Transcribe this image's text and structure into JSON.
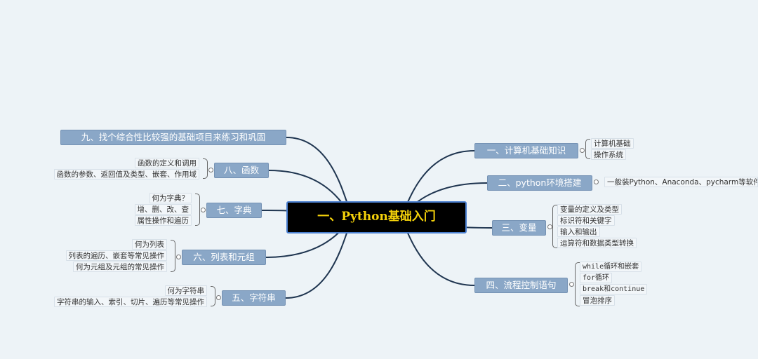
{
  "root": {
    "label": "一、Python基础入门"
  },
  "branches": [
    {
      "label": "一、计算机基础知识",
      "children": [
        "计算机基础",
        "操作系统"
      ]
    },
    {
      "label": "二、python环境搭建",
      "children": [
        "一般装Python、Anaconda、pycharm等软件"
      ]
    },
    {
      "label": "三、变量",
      "children": [
        "变量的定义及类型",
        "标识符和关键字",
        "输入和输出",
        "运算符和数据类型转换"
      ]
    },
    {
      "label": "四、流程控制语句",
      "children": [
        "while循环和嵌套",
        "for循环",
        "break和continue",
        "冒泡排序"
      ]
    },
    {
      "label": "五、字符串",
      "children": [
        "何为字符串",
        "字符串的输入、索引、切片、遍历等常见操作"
      ]
    },
    {
      "label": "六、列表和元组",
      "children": [
        "何为列表",
        "列表的遍历、嵌套等常见操作",
        "何为元组及元组的常见操作"
      ]
    },
    {
      "label": "七、字典",
      "children": [
        "何为字典？",
        "增、删、改、查",
        "属性操作和遍历"
      ]
    },
    {
      "label": "八、函数",
      "children": [
        "函数的定义和调用",
        "函数的参数、返回值及类型、嵌套、作用域"
      ]
    },
    {
      "label": "九、找个综合性比较强的基础项目来练习和巩固",
      "children": []
    }
  ],
  "colors": {
    "background": "#edf3f7",
    "node": "#8aa7c7",
    "root_bg": "#000000",
    "root_text": "#f5d20a",
    "root_border": "#4a7fd0",
    "connector": "#1f3550"
  }
}
